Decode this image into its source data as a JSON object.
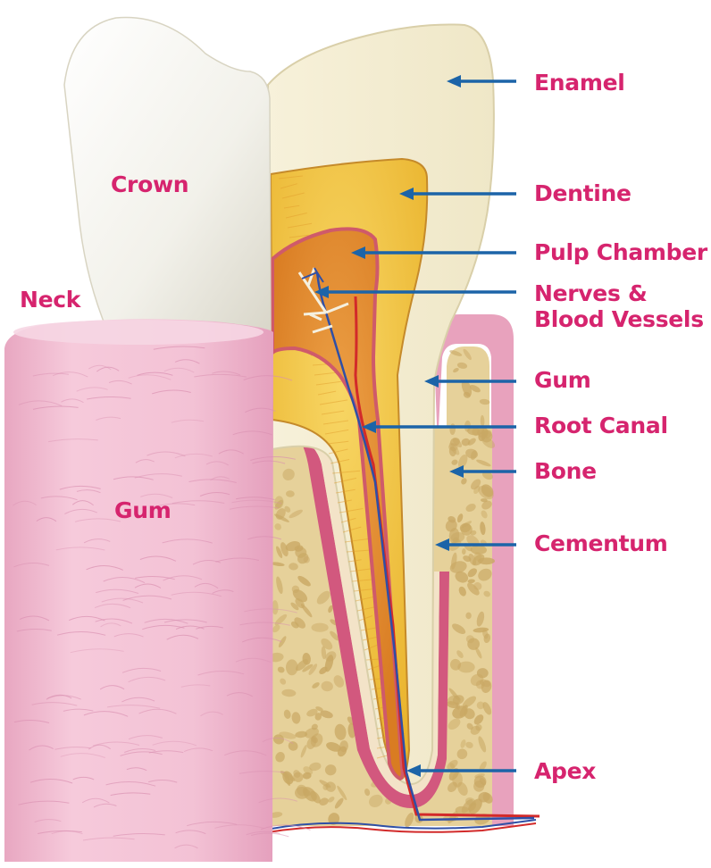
{
  "colors": {
    "label": "#d6246e",
    "arrow": "#1c64a8",
    "gum": "#f2bfd3",
    "gum_line": "#dc8fb2",
    "enamel": "#f4efd9",
    "dentine": "#f2c43a",
    "pulp": "#e9922e",
    "bone": "#e6d19a",
    "bone_spot": "#c9a864",
    "cementum_band": "#d2587e",
    "vessel_red": "#d22a2a",
    "vessel_blue": "#2f4fa6",
    "crown": "#f7f6f1"
  },
  "side_labels": {
    "crown": "Crown",
    "neck": "Neck",
    "gum": "Gum"
  },
  "callouts": [
    {
      "id": "enamel",
      "text": "Enamel"
    },
    {
      "id": "dentine",
      "text": "Dentine"
    },
    {
      "id": "pulp-chamber",
      "text": "Pulp Chamber"
    },
    {
      "id": "nerves",
      "text": "Nerves &\nBlood Vessels"
    },
    {
      "id": "gum-right",
      "text": "Gum"
    },
    {
      "id": "root-canal",
      "text": "Root Canal"
    },
    {
      "id": "bone",
      "text": "Bone"
    },
    {
      "id": "cementum",
      "text": "Cementum"
    },
    {
      "id": "apex",
      "text": "Apex"
    }
  ]
}
